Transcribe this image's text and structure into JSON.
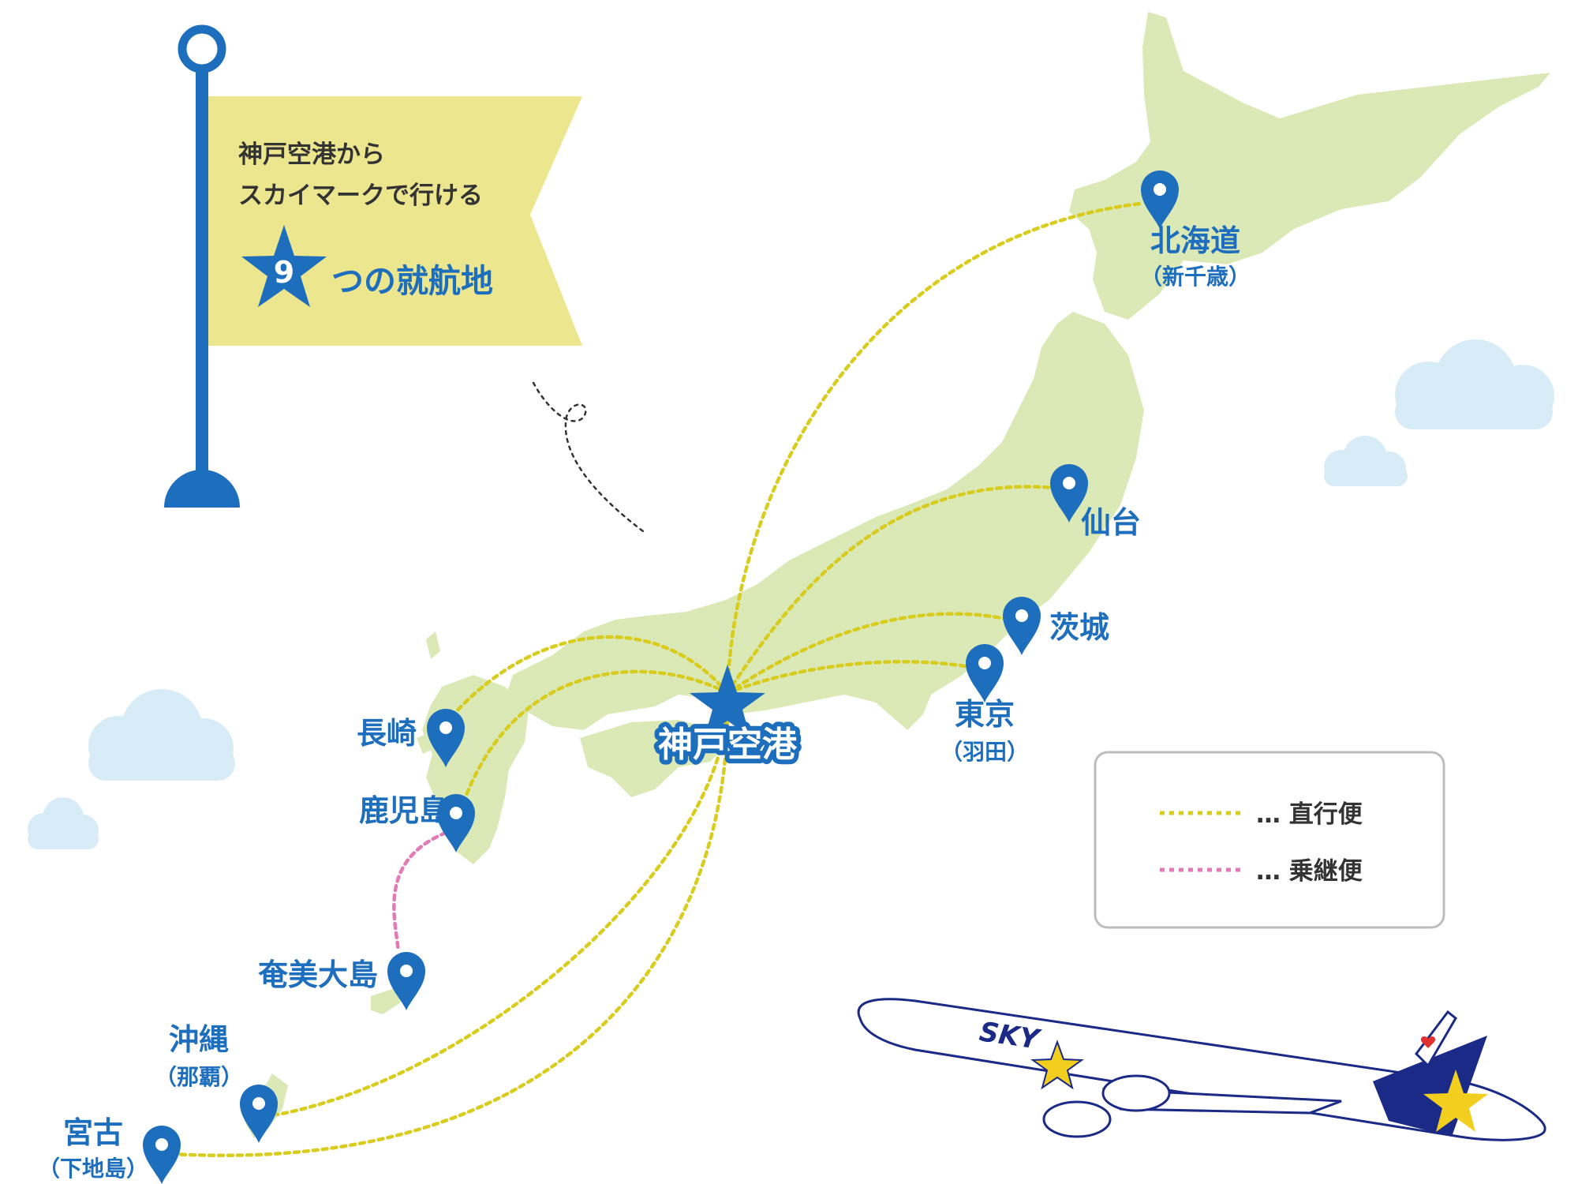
{
  "flag": {
    "line1": "神戸空港から",
    "line2": "スカイマークで行ける",
    "count": "9",
    "suffix": "つの就航地"
  },
  "hub": {
    "label": "神戸空港"
  },
  "destinations": [
    {
      "id": "hokkaido",
      "name": "北海道",
      "sub": "（新千歳）",
      "route": "direct"
    },
    {
      "id": "sendai",
      "name": "仙台",
      "sub": "",
      "route": "direct"
    },
    {
      "id": "ibaraki",
      "name": "茨城",
      "sub": "",
      "route": "direct"
    },
    {
      "id": "tokyo",
      "name": "東京",
      "sub": "（羽田）",
      "route": "direct"
    },
    {
      "id": "nagasaki",
      "name": "長崎",
      "sub": "",
      "route": "direct"
    },
    {
      "id": "kagoshima",
      "name": "鹿児島",
      "sub": "",
      "route": "direct"
    },
    {
      "id": "amami",
      "name": "奄美大島",
      "sub": "",
      "route": "connecting"
    },
    {
      "id": "okinawa",
      "name": "沖縄",
      "sub": "（那覇）",
      "route": "direct"
    },
    {
      "id": "miyako",
      "name": "宮古",
      "sub": "（下地島）",
      "route": "direct"
    }
  ],
  "legend": {
    "direct": "… 直行便",
    "connecting": "… 乗継便"
  },
  "plane": {
    "livery": "SKY"
  },
  "colors": {
    "brand_blue": "#1e6ebe",
    "land": "#dbe9b6",
    "flag_yellow": "#ece68f",
    "direct_route": "#d8cc1e",
    "connecting_route": "#e27ab6",
    "cloud": "#d8ecf8",
    "plane_tail": "#1b2a86",
    "star_yellow": "#f2cf1e"
  }
}
